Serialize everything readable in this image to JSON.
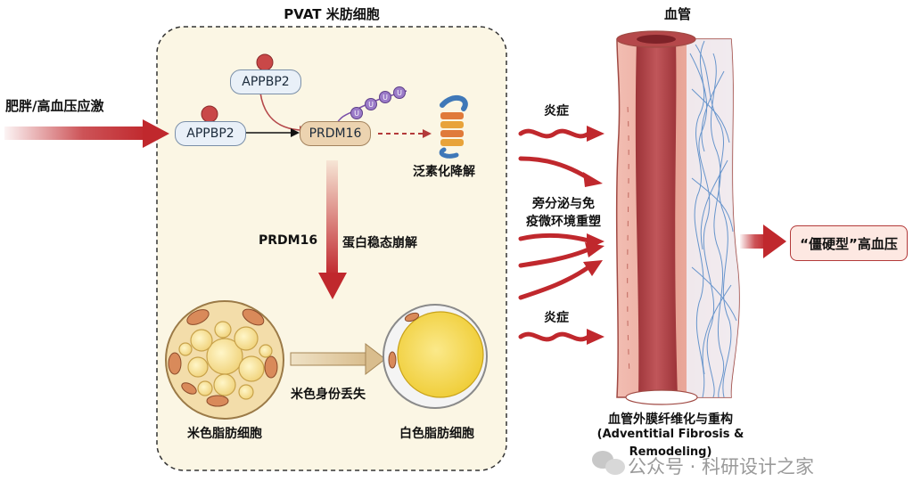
{
  "panel_title": "PVAT 米肪细胞",
  "vessel_title": "血管",
  "trigger_label": "肥胖/高血压应激",
  "proteins": {
    "appbp2_top": "APPBP2",
    "appbp2_left": "APPBP2",
    "prdm16": "PRDM16",
    "ubiquitin_tag": "U"
  },
  "ubiquitin_degradation_label": "泛素化降解",
  "prdm16_breakdown": {
    "protein": "PRDM16",
    "text": "蛋白稳态崩解"
  },
  "beige_loss_label": "米色身份丢失",
  "beige_adipocyte_label": "米色脂肪细胞",
  "white_adipocyte_label": "白色脂肪细胞",
  "signals": {
    "inflammation_top": "炎症",
    "paracrine_line1": "旁分泌与免",
    "paracrine_line2": "疫微环境重塑",
    "inflammation_bottom": "炎症"
  },
  "fibrosis_label": {
    "line1": "血管外膜纤维化与重构",
    "line2": "(Adventitial Fibrosis &",
    "line3": "Remodeling)"
  },
  "outcome_label": "“僵硬型”高血压",
  "watermark": "公众号 · 科研设计之家",
  "colors": {
    "arrow_red": "#c0282d",
    "panel_bg": "#fbf6e4",
    "vessel_wall": "#e29a8c",
    "vessel_lumen": "#b5484a",
    "fibers": "#4f86c6",
    "beige_cell": "#f0d58a",
    "white_cell": "#f5dc52"
  }
}
